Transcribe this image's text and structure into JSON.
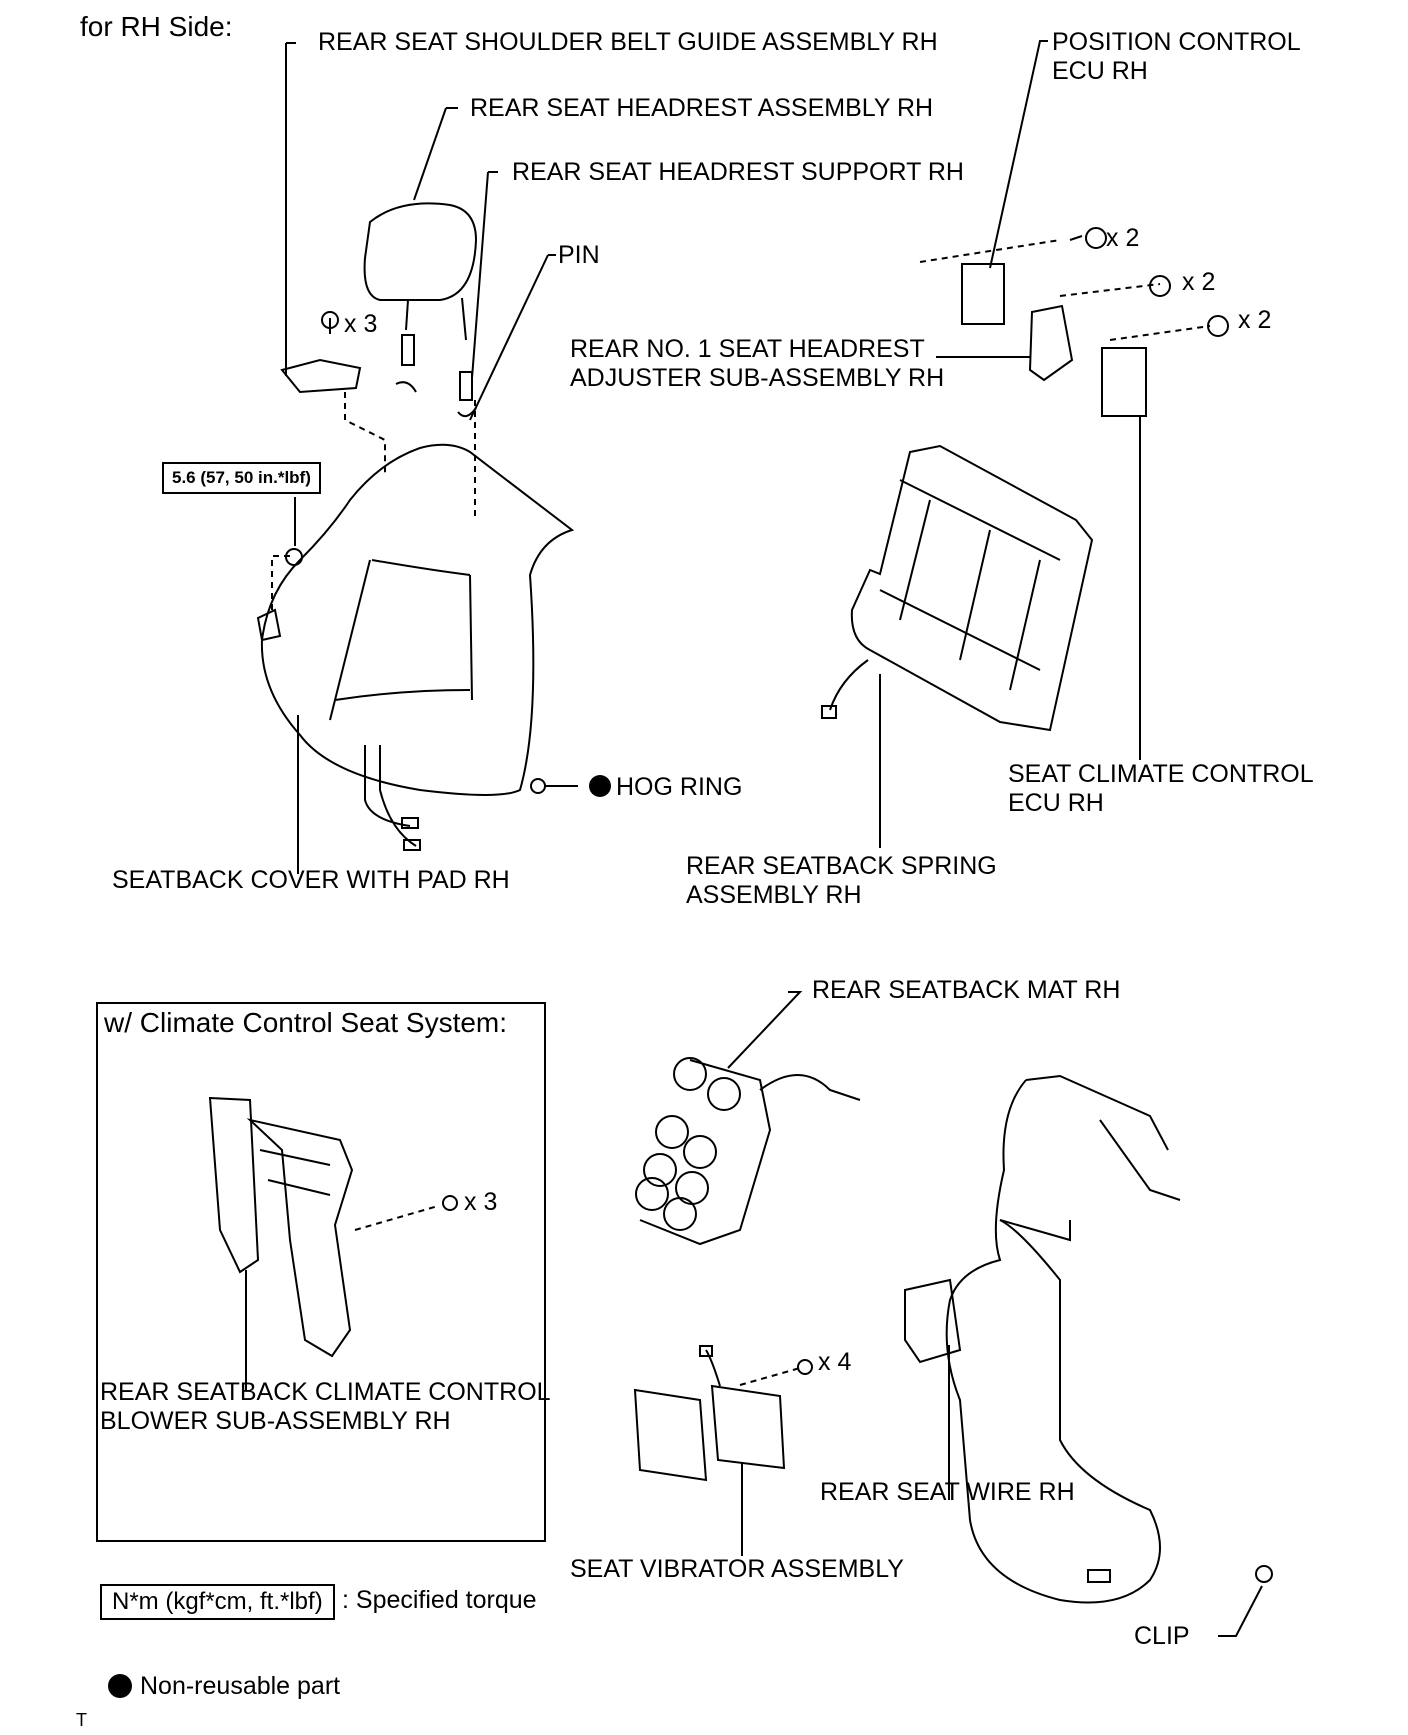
{
  "diagram": {
    "title": "for RH Side:",
    "parts": {
      "shoulder_belt_guide": "REAR SEAT SHOULDER BELT GUIDE ASSEMBLY RH",
      "headrest": "REAR SEAT HEADREST ASSEMBLY RH",
      "headrest_support": "REAR SEAT HEADREST SUPPORT RH",
      "pin": "PIN",
      "position_ecu_line1": "POSITION CONTROL",
      "position_ecu_line2": "ECU RH",
      "headrest_adjuster_line1": "REAR NO. 1 SEAT HEADREST",
      "headrest_adjuster_line2": "ADJUSTER SUB-ASSEMBLY RH",
      "seatback_cover": "SEATBACK COVER WITH PAD RH",
      "hog_ring": "HOG RING",
      "spring_line1": "REAR SEATBACK SPRING",
      "spring_line2": "ASSEMBLY RH",
      "climate_ecu_line1": "SEAT CLIMATE CONTROL",
      "climate_ecu_line2": "ECU RH",
      "seatback_mat": "REAR SEATBACK MAT RH",
      "blower_line1": "REAR SEATBACK CLIMATE CONTROL",
      "blower_line2": "BLOWER SUB-ASSEMBLY RH",
      "vibrator": "SEAT VIBRATOR ASSEMBLY",
      "seat_wire": "REAR SEAT WIRE RH",
      "clip": "CLIP"
    },
    "quantities": {
      "belt_guide_bolts": "x 3",
      "ecu_screws": "x 2",
      "adjuster_bolts": "x 2",
      "climate_ecu_screws": "x 2",
      "blower_nuts": "x 3",
      "vibrator_nuts": "x 4"
    },
    "torque_spec": "5.6 (57, 50 in.*lbf)",
    "inset_title": "w/ Climate Control Seat System:",
    "legend": {
      "torque_box": "N*m (kgf*cm, ft.*lbf)",
      "torque_text": ": Specified torque",
      "nonreusable_text": "Non-reusable part"
    },
    "footer_mark": "T"
  }
}
